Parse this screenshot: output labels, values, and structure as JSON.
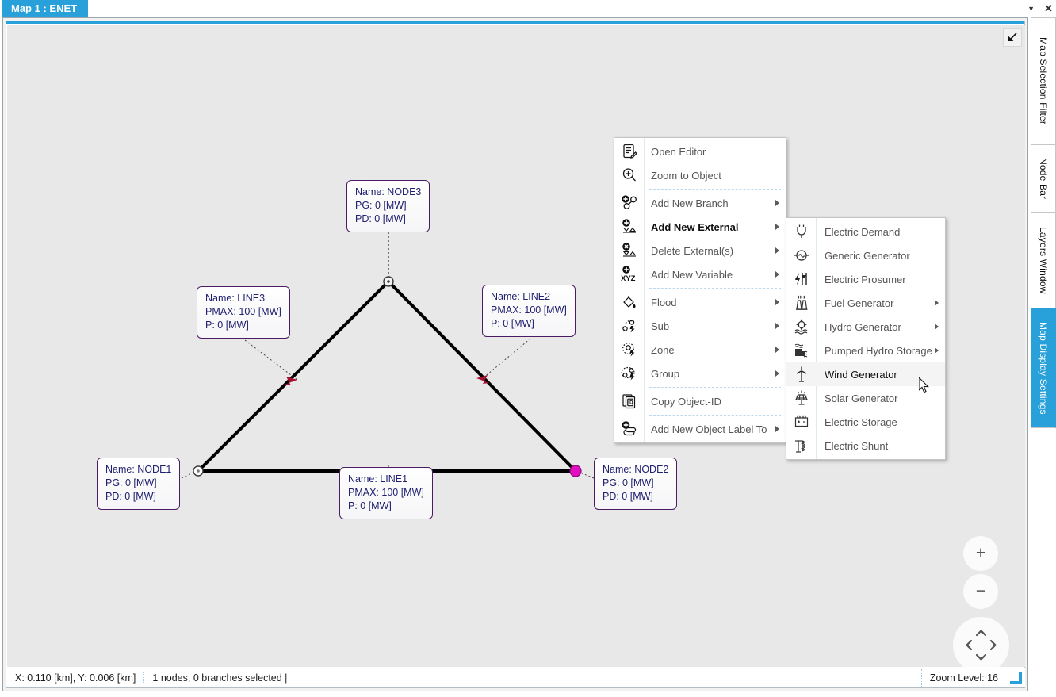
{
  "window": {
    "tab_label": "Map 1 : ENET",
    "caret_icon": "chevron-down-icon",
    "close_icon": "close-icon",
    "collapse_icon": "collapse-arrow-icon",
    "accent_color": "#28a0da"
  },
  "canvas": {
    "background_color": "#e8e8e8",
    "labels": [
      {
        "id": "node3",
        "name_line": "Name: NODE3",
        "line2": "PG: 0 [MW]",
        "line3": "PD: 0 [MW]"
      },
      {
        "id": "line3",
        "name_line": "Name: LINE3",
        "line2": "PMAX: 100 [MW]",
        "line3": "P: 0 [MW]"
      },
      {
        "id": "line2",
        "name_line": "Name: LINE2",
        "line2": "PMAX: 100 [MW]",
        "line3": "P: 0 [MW]"
      },
      {
        "id": "node1",
        "name_line": "Name: NODE1",
        "line2": "PG: 0 [MW]",
        "line3": "PD: 0 [MW]"
      },
      {
        "id": "line1",
        "name_line": "Name: LINE1",
        "line2": "PMAX: 100 [MW]",
        "line3": "P: 0 [MW]"
      },
      {
        "id": "node2",
        "name_line": "Name: NODE2",
        "line2": "PG: 0 [MW]",
        "line3": "PD: 0 [MW]"
      }
    ],
    "selected_node_color": "#e010c0",
    "branch_color": "#000000",
    "arrow_color": "#a81030"
  },
  "zoom_controls": {
    "zoom_in_label": "+",
    "zoom_out_label": "−",
    "pan_up": "⌃",
    "pan_down": "⌄",
    "pan_left": "‹",
    "pan_right": "›"
  },
  "statusbar": {
    "coordinates": "X: 0.110 [km], Y: 0.006 [km]",
    "selection": "1 nodes, 0 branches selected  |",
    "zoom_level": "Zoom Level: 16"
  },
  "side_tabs": [
    {
      "label": "Map Selection Filter",
      "selected": false
    },
    {
      "label": "Node Bar",
      "selected": false
    },
    {
      "label": "Layers Window",
      "selected": false
    },
    {
      "label": "Map Display Settings",
      "selected": true
    }
  ],
  "context_menu": {
    "items": [
      {
        "label": "Open Editor",
        "icon": "open-editor-icon",
        "submenu": false,
        "sep_after": false,
        "bold": false
      },
      {
        "label": "Zoom to Object",
        "icon": "zoom-to-object-icon",
        "submenu": false,
        "sep_after": true,
        "bold": false
      },
      {
        "label": "Add New Branch",
        "icon": "add-new-branch-icon",
        "submenu": true,
        "sep_after": false,
        "bold": false
      },
      {
        "label": "Add New External",
        "icon": "add-new-external-icon",
        "submenu": true,
        "sep_after": false,
        "bold": true
      },
      {
        "label": "Delete External(s)",
        "icon": "delete-external-icon",
        "submenu": true,
        "sep_after": false,
        "bold": false
      },
      {
        "label": "Add New Variable",
        "icon": "add-new-variable-icon",
        "submenu": true,
        "sep_after": true,
        "bold": false
      },
      {
        "label": "Flood",
        "icon": "flood-fill-icon",
        "submenu": true,
        "sep_after": false,
        "bold": false
      },
      {
        "label": "Sub",
        "icon": "sub-icon",
        "submenu": true,
        "sep_after": false,
        "bold": false
      },
      {
        "label": "Zone",
        "icon": "zone-icon",
        "submenu": true,
        "sep_after": false,
        "bold": false
      },
      {
        "label": "Group",
        "icon": "group-icon",
        "submenu": true,
        "sep_after": true,
        "bold": false
      },
      {
        "label": "Copy Object-ID",
        "icon": "copy-object-id-icon",
        "submenu": false,
        "sep_after": true,
        "bold": false
      },
      {
        "label": "Add New Object Label To",
        "icon": "add-object-label-icon",
        "submenu": true,
        "sep_after": false,
        "bold": false
      }
    ]
  },
  "submenu": {
    "items": [
      {
        "label": "Electric Demand",
        "icon": "electric-demand-icon",
        "submenu": false,
        "highlighted": false
      },
      {
        "label": "Generic Generator",
        "icon": "generic-generator-icon",
        "submenu": false,
        "highlighted": false
      },
      {
        "label": "Electric Prosumer",
        "icon": "electric-prosumer-icon",
        "submenu": false,
        "highlighted": false
      },
      {
        "label": "Fuel Generator",
        "icon": "fuel-generator-icon",
        "submenu": true,
        "highlighted": false
      },
      {
        "label": "Hydro Generator",
        "icon": "hydro-generator-icon",
        "submenu": true,
        "highlighted": false
      },
      {
        "label": "Pumped Hydro Storage",
        "icon": "pumped-hydro-storage-icon",
        "submenu": true,
        "highlighted": false
      },
      {
        "label": "Wind Generator",
        "icon": "wind-generator-icon",
        "submenu": false,
        "highlighted": true
      },
      {
        "label": "Solar Generator",
        "icon": "solar-generator-icon",
        "submenu": false,
        "highlighted": false
      },
      {
        "label": "Electric Storage",
        "icon": "electric-storage-icon",
        "submenu": false,
        "highlighted": false
      },
      {
        "label": "Electric Shunt",
        "icon": "electric-shunt-icon",
        "submenu": false,
        "highlighted": false
      }
    ]
  }
}
